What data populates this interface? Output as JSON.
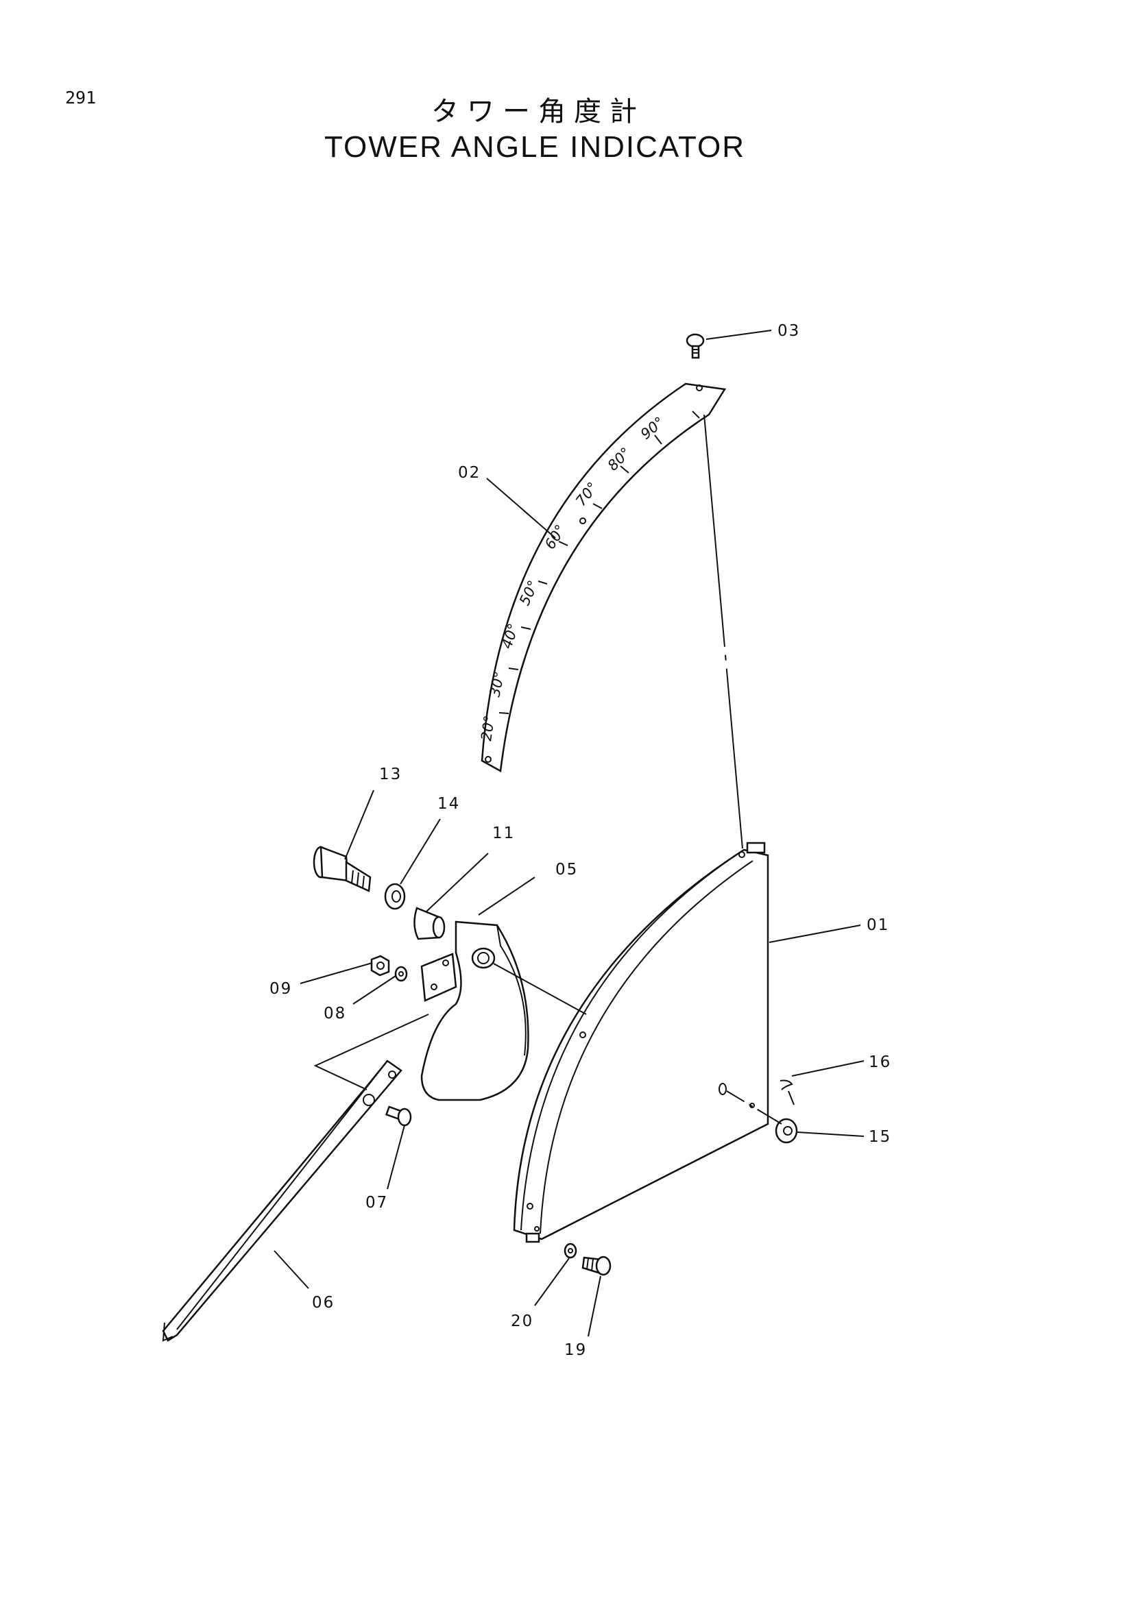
{
  "page": {
    "number": "291"
  },
  "title": {
    "japanese": "タワー角度計",
    "english": "TOWER ANGLE INDICATOR"
  },
  "callouts": {
    "c01": "01",
    "c02": "02",
    "c03": "03",
    "c05": "05",
    "c06": "06",
    "c07": "07",
    "c08": "08",
    "c09": "09",
    "c11": "11",
    "c13": "13",
    "c14": "14",
    "c15": "15",
    "c16": "16",
    "c19": "19",
    "c20": "20"
  },
  "scale_marks": [
    "90°",
    "80°",
    "70°",
    "60°",
    "50°",
    "40°",
    "30°",
    "20°"
  ]
}
